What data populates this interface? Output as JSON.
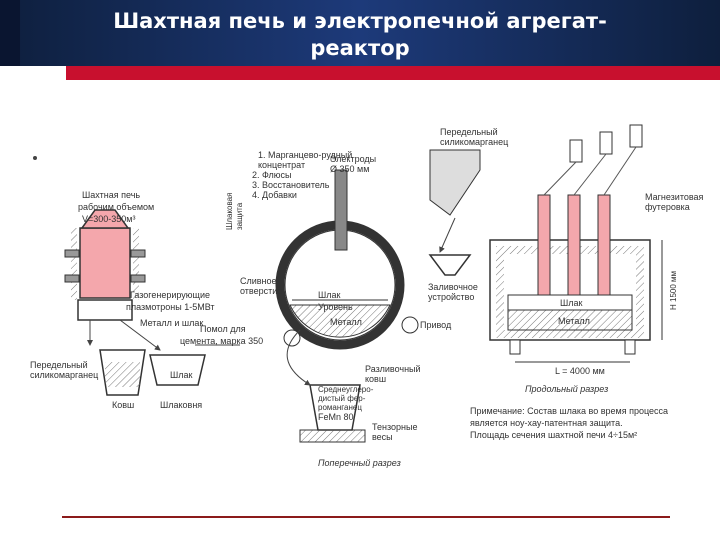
{
  "slide": {
    "title_line1": "Шахтная печь и электропечной агрегат-",
    "title_line2": "реактор"
  },
  "diagram": {
    "left_furnace": {
      "label1": "Шахтная печь",
      "label2": "рабочим объемом",
      "label3": "V=300-350м³",
      "plasma": "Газогенерирующие",
      "plasma2": "плазмотроны 1-5МВт",
      "metal_slag": "Металл и шлак",
      "refining": "Передельный",
      "refining2": "силикомарганец",
      "ladle": "Ковш",
      "slag": "Шлак",
      "slag_ladle": "Шлаковня",
      "cement": "Помол для",
      "cement2": "цемента, марка 350"
    },
    "center": {
      "protection": "Шлаковая",
      "protection2": "защита",
      "charge1": "1. Марганцево-рудный",
      "charge2": "концентрат",
      "charge3": "2. Флюсы",
      "charge4": "3. Восстановитель",
      "charge5": "4. Добавки",
      "electrodes": "Электроды",
      "electrodes_size": "Ø 350 мм",
      "overflow": "Сливное",
      "overflow2": "отверстие",
      "slag_label": "Шлак",
      "slag_level": "Уровень",
      "metal": "Металл",
      "drive": "Привод",
      "pouring": "Заливочное",
      "pouring2": "устройство",
      "distributing": "Разливочный",
      "distributing2": "ковш",
      "mix1": "Среднеуглеро-",
      "mix2": "дистый фер-",
      "mix3": "романганец",
      "femn": "FeMn 80",
      "scales": "Тензорные",
      "scales2": "весы",
      "cross_section": "Поперечный разрез",
      "refined_top": "Передельный",
      "refined_top2": "силикомарганец"
    },
    "right": {
      "magnesite": "Магнезитовая",
      "magnesite2": "футеровка",
      "slag": "Шлак",
      "metal": "Металл",
      "length": "L = 4000 мм",
      "height": "Н 1500 мм",
      "longitudinal": "Продольный разрез",
      "note1": "Примечание: Состав шлака во время процесса",
      "note2": "является ноу-хау-патентная защита.",
      "note3": "Площадь сечения шахтной печи 4÷15м²"
    }
  },
  "colors": {
    "title_bg": "#1d3a7a",
    "red_strip": "#c8102e",
    "bottom_line": "#8b1a1a",
    "charge_pink": "#f4a7ac",
    "line_gray": "#555555"
  }
}
